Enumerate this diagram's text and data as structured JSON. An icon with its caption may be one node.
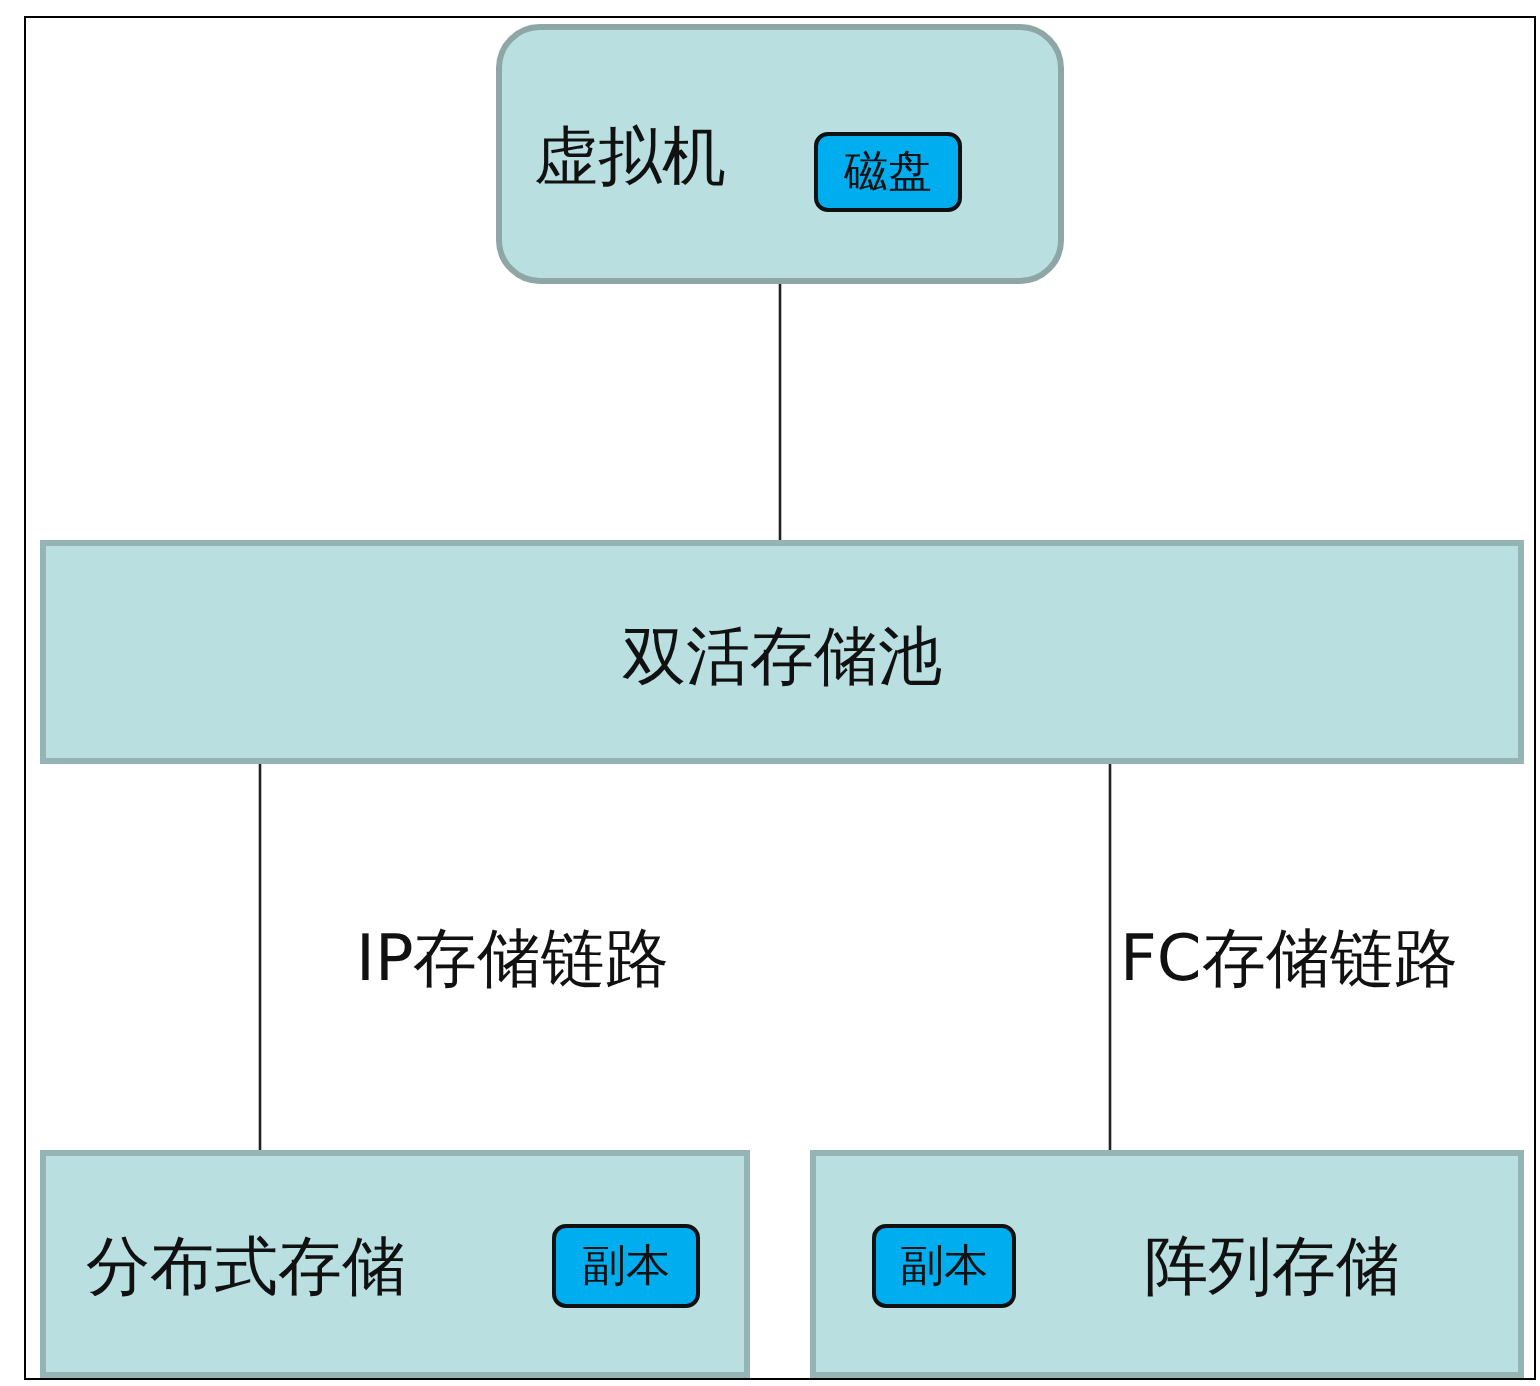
{
  "diagram": {
    "nodes": [
      {
        "text": [
          "虚拟机"
        ]
      },
      {
        "text": [
          "磁盘"
        ],
        "in": 0
      },
      {
        "text": [
          "双活存储池"
        ]
      },
      {
        "text": [
          "分布式存储"
        ]
      },
      {
        "text": [
          "副本"
        ],
        "in": 3
      },
      {
        "text": [
          "阵列存储"
        ]
      },
      {
        "text": [
          "副本"
        ],
        "in": 5
      }
    ],
    "edges": [
      {
        "from": 0,
        "to": 2,
        "arrow": "none"
      },
      {
        "from": 2,
        "to": 3,
        "arrow": "none",
        "label": "IP存储链路"
      },
      {
        "from": 2,
        "to": 5,
        "arrow": "none",
        "label": "FC存储链路"
      }
    ]
  }
}
